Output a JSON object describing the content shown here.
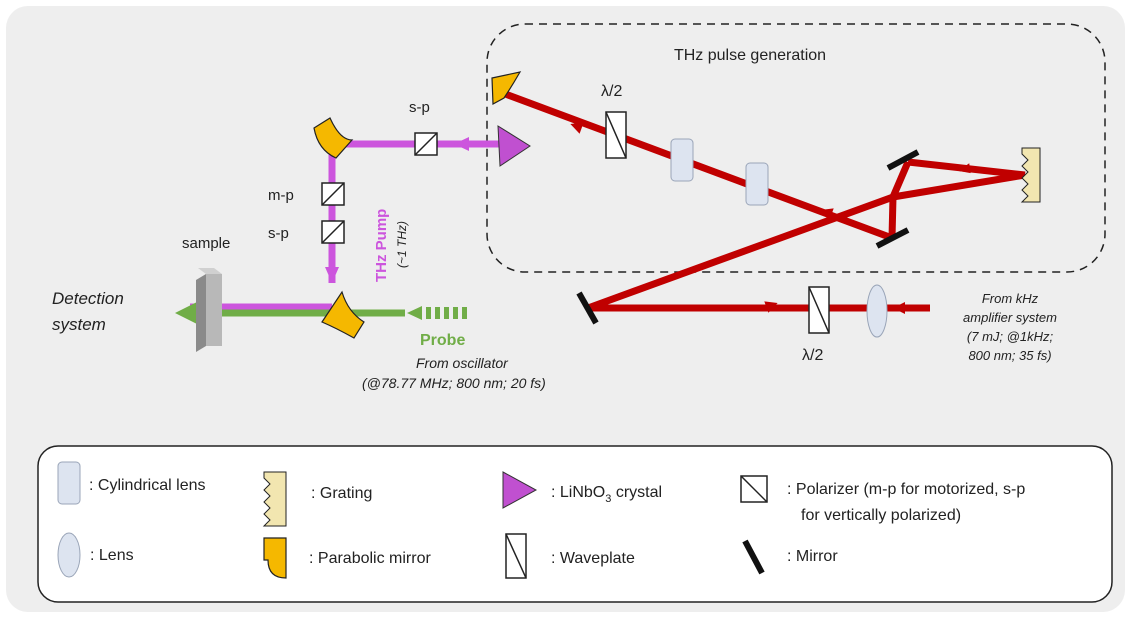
{
  "diagram": {
    "title": "THz pulse generation",
    "labels": {
      "half_wave_top": "λ/2",
      "half_wave_bottom": "λ/2",
      "sp_top": "s-p",
      "mp": "m-p",
      "sp_mid": "s-p",
      "sample": "sample",
      "detection_line1": "Detection",
      "detection_line2": "system",
      "thz_pump": "THz Pump",
      "thz_freq": "(~1 THz)",
      "probe": "Probe",
      "osc_line1": "From oscillator",
      "osc_line2": "(@78.77 MHz; 800 nm; 20 fs)",
      "amp_line1": "From kHz",
      "amp_line2": "amplifier system",
      "amp_line3": "(7 mJ;  @1kHz;",
      "amp_line4": "800 nm; 35 fs)"
    },
    "colors": {
      "red_beam": "#c00000",
      "thz_beam": "#cc55dd",
      "probe_beam": "#70ad47",
      "mirror_gold": "#f5b800",
      "lens_fill": "#dde4f0",
      "crystal": "#c050d0",
      "thz_text": "#cc55dd",
      "probe_text": "#70ad47"
    }
  },
  "legend": {
    "cylindrical_lens": ": Cylindrical lens",
    "lens": ": Lens",
    "grating": ": Grating",
    "parabolic_mirror": ": Parabolic mirror",
    "crystal_prefix": ":  LiNbO",
    "crystal_sub": "3",
    "crystal_suffix": " crystal",
    "waveplate": ":  Waveplate",
    "polarizer_line1": ":  Polarizer (m-p for motorized, s-p",
    "polarizer_line2": "for vertically polarized)",
    "mirror": ":  Mirror"
  }
}
